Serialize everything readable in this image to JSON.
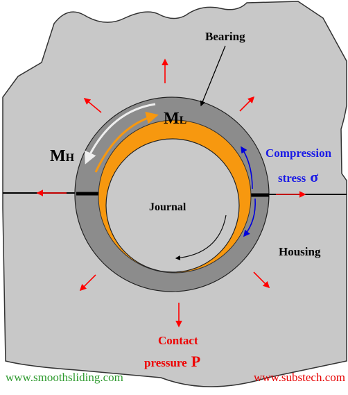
{
  "labels": {
    "bearing": "Bearing",
    "m_l_main": "M",
    "m_l_sub": "L",
    "m_h_main": "M",
    "m_h_sub": "H",
    "compression_line1": "Compression",
    "compression_line2": "stress",
    "sigma": "σ",
    "journal": "Journal",
    "housing": "Housing",
    "contact_line1": "Contact",
    "contact_line2": "pressure",
    "pressure_symbol": "P"
  },
  "footer": {
    "left": "www.smoothsliding.com",
    "right": "www.substech.com"
  },
  "colors": {
    "housing_fill": "#c8c8c8",
    "bearing_fill": "#8c8c8c",
    "liner_fill": "#f7980f",
    "journal_fill": "#c9c9c9",
    "pressure_arrow": "#ff0000",
    "compression_arrow": "#0000dd",
    "label_blue": "#1a1ae6",
    "label_red": "#ee0000",
    "footer_green": "#2e9a2e",
    "footer_red": "#e60000"
  }
}
